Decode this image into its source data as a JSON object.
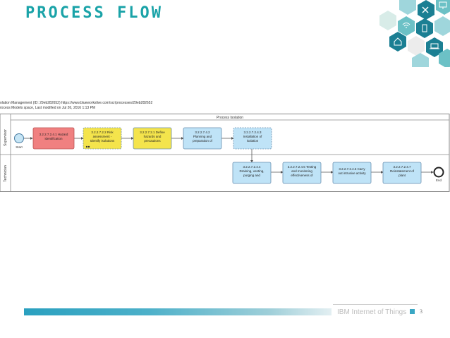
{
  "slide": {
    "title": "PROCESS FLOW",
    "page_number": "3",
    "footer_text": "IBM Internet of Things"
  },
  "header": {
    "line1": "olation Management (ID: 29eb282652) https://www.blueworkslive.com/scr/processes/29eb282652",
    "line2": "rocess Models space, Last modified on Jul 26, 2016 1:13 PM"
  },
  "diagram": {
    "pool_title": "Process Isolation",
    "lanes": [
      "Supervisor",
      "Technician"
    ],
    "start_label": "Start",
    "end_label": "End",
    "tasks": [
      {
        "l1": "3.2.2.7.2.4.1 Hazard",
        "l2": "identification",
        "l3": ""
      },
      {
        "l1": "3.2.2.7.2.2 Risk",
        "l2": "assessment -",
        "l3": "Identify isolations"
      },
      {
        "l1": "3.2.2.7.2.1 Define",
        "l2": "hazards and",
        "l3": "precautions"
      },
      {
        "l1": "3.2.2.7.4.2",
        "l2": "Planning and",
        "l3": "preparation of"
      },
      {
        "l1": "3.2.2.7.2.4.3",
        "l2": "Installation of",
        "l3": "isolation"
      },
      {
        "l1": "3.2.2.7.2.4.4",
        "l2": "Draining, venting,",
        "l3": "purging and"
      },
      {
        "l1": "3.2.2.7.2.4.5 Testing",
        "l2": "and monitoring",
        "l3": "effectiveness of"
      },
      {
        "l1": "3.2.2.7.2.4.6 Carry",
        "l2": "out intrusive activity",
        "l3": ""
      },
      {
        "l1": "3.2.2.7.2.4.7",
        "l2": "Reinstatement of",
        "l3": "plant"
      }
    ],
    "colors": {
      "red": "#f08080",
      "yellow": "#f4e44c",
      "blue": "#bfe3f7",
      "border": "#6a8fb0"
    }
  },
  "icons": [
    "close-icon",
    "monitor-icon",
    "wifi-icon",
    "home-icon",
    "phone-icon",
    "laptop-icon"
  ]
}
